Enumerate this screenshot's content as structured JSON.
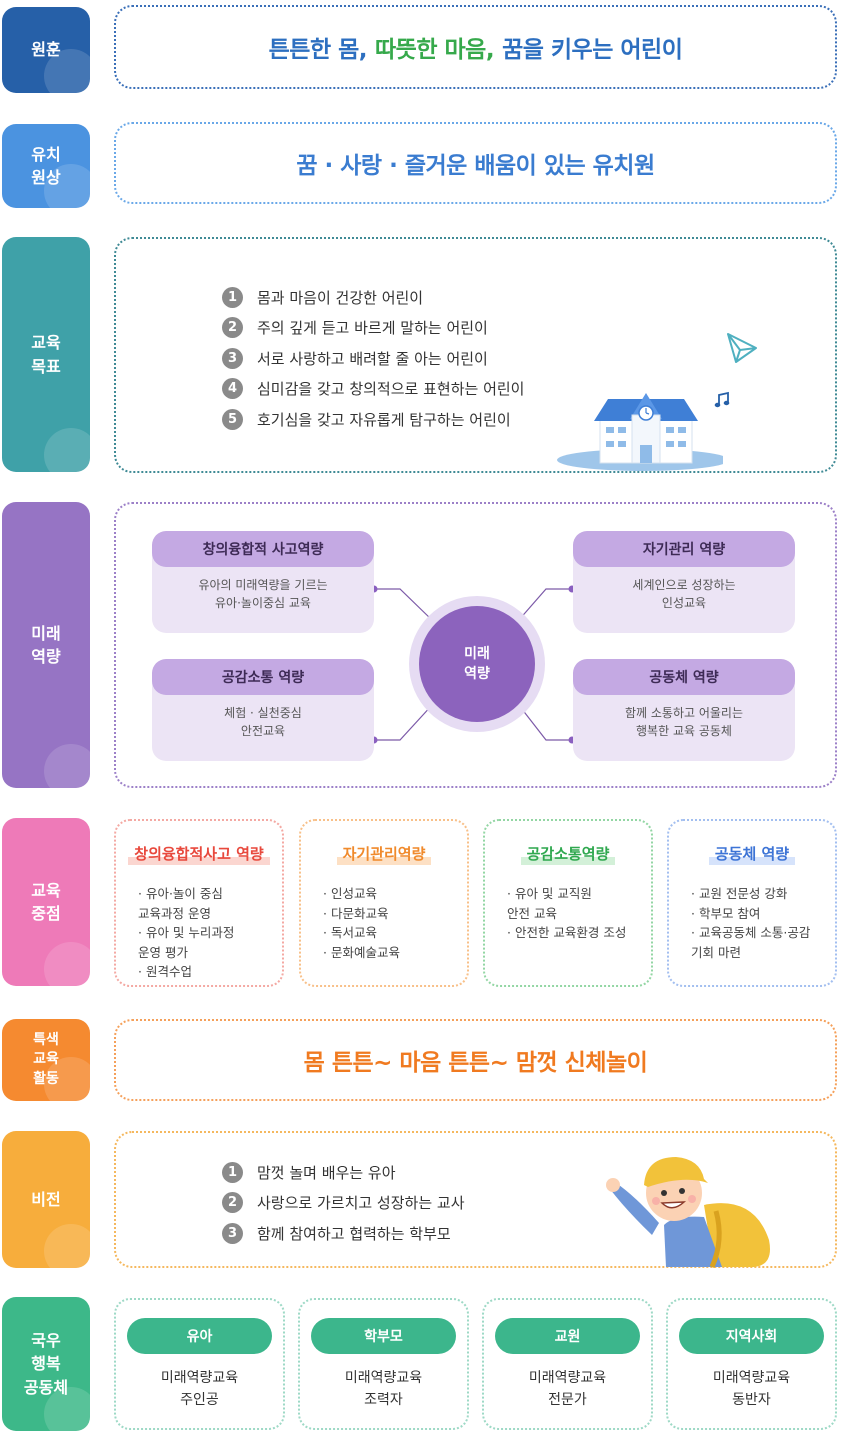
{
  "motto": {
    "label": "원훈",
    "part1": "튼튼한 몸,",
    "part2": "따뜻한 마음,",
    "part3": "꿈을 키우는 어린이"
  },
  "ideal": {
    "label": "유치\n원상",
    "text": "꿈 · 사랑 · 즐거운 배움이 있는 유치원"
  },
  "goals": {
    "label": "교육\n목표",
    "items": [
      {
        "num": "1",
        "text": "몸과 마음이 건강한 어린이"
      },
      {
        "num": "2",
        "text": "주의 깊게 듣고 바르게 말하는 어린이"
      },
      {
        "num": "3",
        "text": "서로 사랑하고 배려할 줄 아는 어린이"
      },
      {
        "num": "4",
        "text": "심미감을 갖고 창의적으로 표현하는 어린이"
      },
      {
        "num": "5",
        "text": "호기심을 갖고 자유롭게 탐구하는 어린이"
      }
    ]
  },
  "future": {
    "label": "미래\n역량",
    "center_line1": "미래",
    "center_line2": "역량",
    "cards": [
      {
        "title": "창의융합적 사고역량",
        "line1": "유아의 미래역량을 기르는",
        "line2": "유아·놀이중심 교육"
      },
      {
        "title": "자기관리 역량",
        "line1": "세계인으로 성장하는",
        "line2": "인성교육"
      },
      {
        "title": "공감소통 역량",
        "line1": "체험 · 실천중심",
        "line2": "안전교육"
      },
      {
        "title": "공동체 역량",
        "line1": "함께 소통하고 어울리는",
        "line2": "행복한 교육 공동체"
      }
    ]
  },
  "focus": {
    "label": "교육\n중점",
    "cards": [
      {
        "title": "창의융합적사고 역량",
        "color": "#e8493d",
        "highlight": "#fbd6d0",
        "border": "#f4a9a3",
        "items": [
          "· 유아·놀이 중심\n  교육과정 운영",
          "· 유아 및 누리과정\n  운영 평가",
          "· 원격수업"
        ]
      },
      {
        "title": "자기관리역량",
        "color": "#f08a2c",
        "highlight": "#fde0c4",
        "border": "#f8c089",
        "items": [
          "· 인성교육",
          "· 다문화교육",
          "· 독서교육",
          "· 문화예술교육"
        ]
      },
      {
        "title": "공감소통역량",
        "color": "#2fa84f",
        "highlight": "#d3f0d8",
        "border": "#93d6a4",
        "items": [
          "· 유아 및 교직원\n  안전 교육",
          "· 안전한 교육환경 조성"
        ]
      },
      {
        "title": "공동체 역량",
        "color": "#3d74d6",
        "highlight": "#d6e3fb",
        "border": "#a3bff0",
        "items": [
          "· 교원 전문성 강화",
          "· 학부모 참여",
          "· 교육공동체 소통·공감\n  기회 마련"
        ]
      }
    ]
  },
  "special": {
    "label": "특색\n교육\n활동",
    "text": "몸 튼튼~ 마음 튼튼~ 맘껏 신체놀이"
  },
  "vision": {
    "label": "비전",
    "items": [
      {
        "num": "1",
        "text": "맘껏 놀며 배우는 유아"
      },
      {
        "num": "2",
        "text": "사랑으로 가르치고 성장하는 교사"
      },
      {
        "num": "3",
        "text": "함께 참여하고 협력하는 학부모"
      }
    ]
  },
  "community": {
    "label": "국우\n행복\n공동체",
    "cards": [
      {
        "title": "유아",
        "line1": "미래역량교육",
        "line2": "주인공"
      },
      {
        "title": "학부모",
        "line1": "미래역량교육",
        "line2": "조력자"
      },
      {
        "title": "교원",
        "line1": "미래역량교육",
        "line2": "전문가"
      },
      {
        "title": "지역사회",
        "line1": "미래역량교육",
        "line2": "동반자"
      }
    ]
  },
  "colors": {
    "motto": "#2660a8",
    "ideal": "#4b93e0",
    "goals": "#3fa1a8",
    "future": "#9674c4",
    "focus": "#ee7ab8",
    "special": "#f58a30",
    "vision": "#f7ad3c",
    "community": "#3db889"
  },
  "icons": [
    "school-building-icon",
    "paper-plane-icon",
    "music-note-icon",
    "boy-with-backpack-illustration"
  ]
}
